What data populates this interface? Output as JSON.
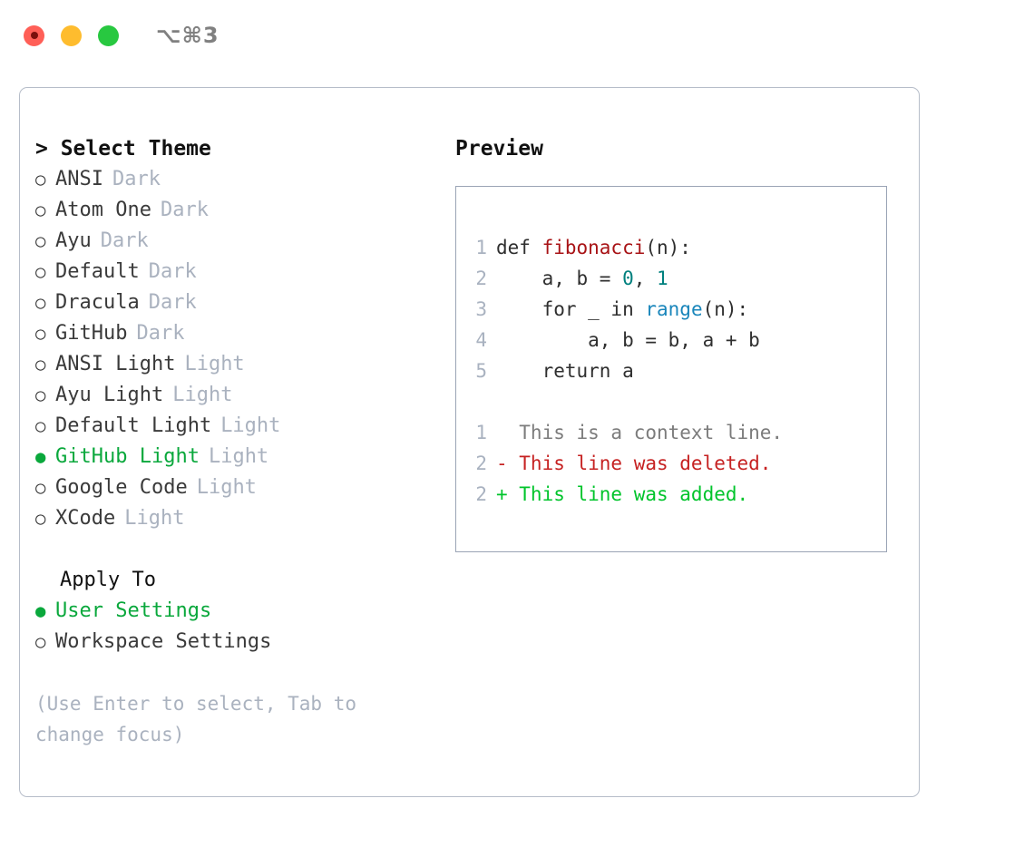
{
  "titlebar": {
    "shortcut": "⌥⌘3",
    "dots": [
      {
        "name": "close-button",
        "color": "#ff5f57"
      },
      {
        "name": "minimize-button",
        "color": "#febc2e"
      },
      {
        "name": "maximize-button",
        "color": "#28c840"
      }
    ]
  },
  "theme_section": {
    "heading": "> Select Theme",
    "items": [
      {
        "marker": "○",
        "label": "ANSI",
        "tag": "Dark",
        "selected": false
      },
      {
        "marker": "○",
        "label": "Atom One",
        "tag": "Dark",
        "selected": false
      },
      {
        "marker": "○",
        "label": "Ayu",
        "tag": "Dark",
        "selected": false
      },
      {
        "marker": "○",
        "label": "Default",
        "tag": "Dark",
        "selected": false
      },
      {
        "marker": "○",
        "label": "Dracula",
        "tag": "Dark",
        "selected": false
      },
      {
        "marker": "○",
        "label": "GitHub",
        "tag": "Dark",
        "selected": false
      },
      {
        "marker": "○",
        "label": "ANSI Light",
        "tag": "Light",
        "selected": false
      },
      {
        "marker": "○",
        "label": "Ayu Light",
        "tag": "Light",
        "selected": false
      },
      {
        "marker": "○",
        "label": "Default Light",
        "tag": "Light",
        "selected": false
      },
      {
        "marker": "●",
        "label": "GitHub Light",
        "tag": "Light",
        "selected": true
      },
      {
        "marker": "○",
        "label": "Google Code",
        "tag": "Light",
        "selected": false
      },
      {
        "marker": "○",
        "label": "XCode",
        "tag": "Light",
        "selected": false
      }
    ]
  },
  "apply_section": {
    "heading": "Apply To",
    "items": [
      {
        "marker": "●",
        "label": "User Settings",
        "selected": true
      },
      {
        "marker": "○",
        "label": "Workspace Settings",
        "selected": false
      }
    ]
  },
  "hint": "(Use Enter to select, Tab to change focus)",
  "preview": {
    "heading": "Preview",
    "code_lines": [
      {
        "num": "1",
        "parts": [
          {
            "text": "def ",
            "tok": "plain"
          },
          {
            "text": "fibonacci",
            "tok": "fn"
          },
          {
            "text": "(n):",
            "tok": "plain"
          }
        ]
      },
      {
        "num": "2",
        "parts": [
          {
            "text": "    a, b = ",
            "tok": "plain"
          },
          {
            "text": "0",
            "tok": "num"
          },
          {
            "text": ", ",
            "tok": "plain"
          },
          {
            "text": "1",
            "tok": "num"
          }
        ]
      },
      {
        "num": "3",
        "parts": [
          {
            "text": "    for _ in ",
            "tok": "plain"
          },
          {
            "text": "range",
            "tok": "call"
          },
          {
            "text": "(n):",
            "tok": "plain"
          }
        ]
      },
      {
        "num": "4",
        "parts": [
          {
            "text": "        a, b = b, a + b",
            "tok": "plain"
          }
        ]
      },
      {
        "num": "5",
        "parts": [
          {
            "text": "    return a",
            "tok": "plain"
          }
        ]
      }
    ],
    "diff_lines": [
      {
        "num": "1",
        "text": "  This is a context line.",
        "kind": "ctx"
      },
      {
        "num": "2",
        "text": "- This line was deleted.",
        "kind": "del"
      },
      {
        "num": "2",
        "text": "+ This line was added.",
        "kind": "add"
      }
    ]
  },
  "colors": {
    "accent_green": "#0aa83c",
    "diff_add": "#00c42b",
    "diff_del": "#c62222",
    "token_function": "#a81316",
    "token_number": "#00807e",
    "token_call": "#1a86bb",
    "muted": "#aab2bf",
    "border": "#b6bdc9"
  }
}
